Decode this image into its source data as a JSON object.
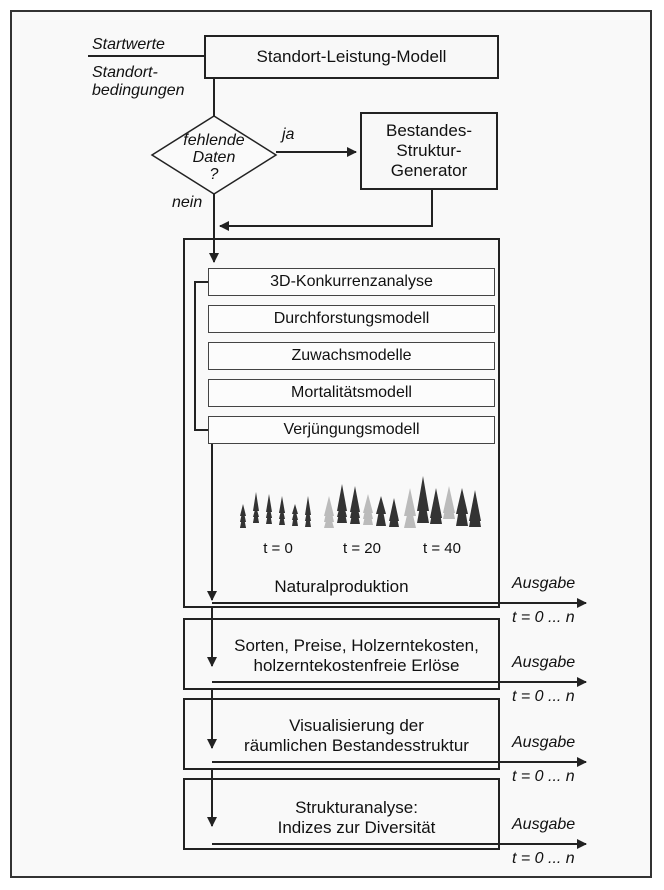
{
  "inputs": {
    "startwerte": "Startwerte",
    "standortbedingungen": "Standort-\nbedingungen"
  },
  "boxes": {
    "standort_leistung": "Standort-Leistung-Modell",
    "decision": "fehlende\nDaten\n?",
    "generator": "Bestandes-\nStruktur-\nGenerator"
  },
  "labels": {
    "ja": "ja",
    "nein": "nein"
  },
  "submodels": [
    "3D-Konkurrenzanalyse",
    "Durchforstungsmodell",
    "Zuwachsmodelle",
    "Mortalitätsmodell",
    "Verjüngungsmodell"
  ],
  "snapshots": [
    "t = 0",
    "t = 20",
    "t = 40"
  ],
  "stages": [
    "Naturalproduktion",
    "Sorten, Preise, Holzerntekosten,\nholzerntekostenfreie Erlöse",
    "Visualisierung der\nräumlichen Bestandesstruktur",
    "Strukturanalyse:\nIndizes zur Diversität"
  ],
  "output": {
    "label": "Ausgabe",
    "time": "t = 0 ... n"
  },
  "colors": {
    "line": "#222222",
    "box_fill": "#f8f8f8"
  },
  "icons": [
    "arrow-right-icon",
    "arrow-down-icon",
    "tree-icon"
  ]
}
